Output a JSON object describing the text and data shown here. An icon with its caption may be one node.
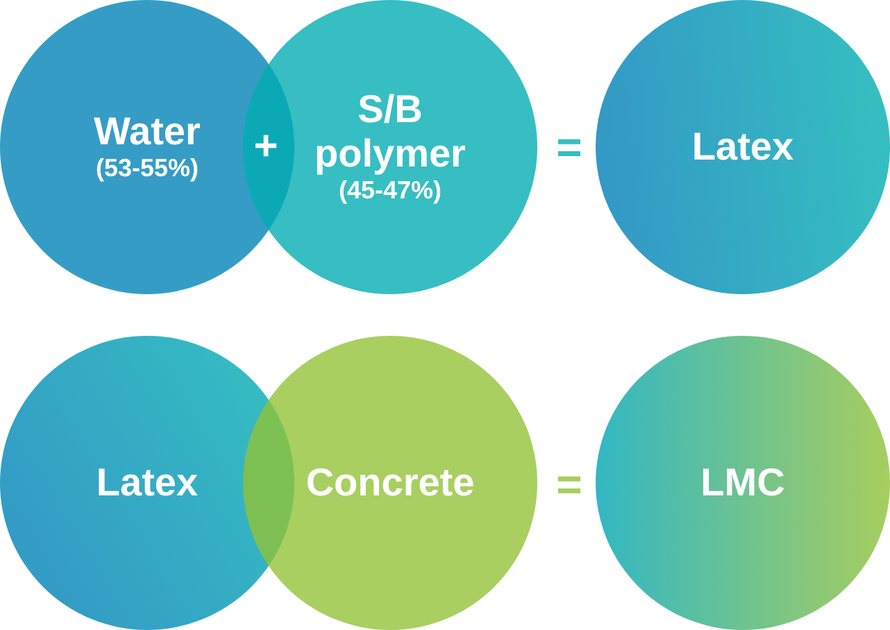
{
  "diagram": {
    "nodes": [
      {
        "text": [
          "Water",
          "(53-55%)"
        ]
      },
      {
        "text": [
          "S/B polymer",
          "(45-47%)"
        ]
      },
      {
        "text": [
          "Latex"
        ]
      },
      {
        "text": [
          "Latex"
        ]
      },
      {
        "text": [
          "Concrete"
        ]
      },
      {
        "text": [
          "LMC"
        ]
      }
    ],
    "labels": [
      "+",
      "=",
      "="
    ]
  }
}
